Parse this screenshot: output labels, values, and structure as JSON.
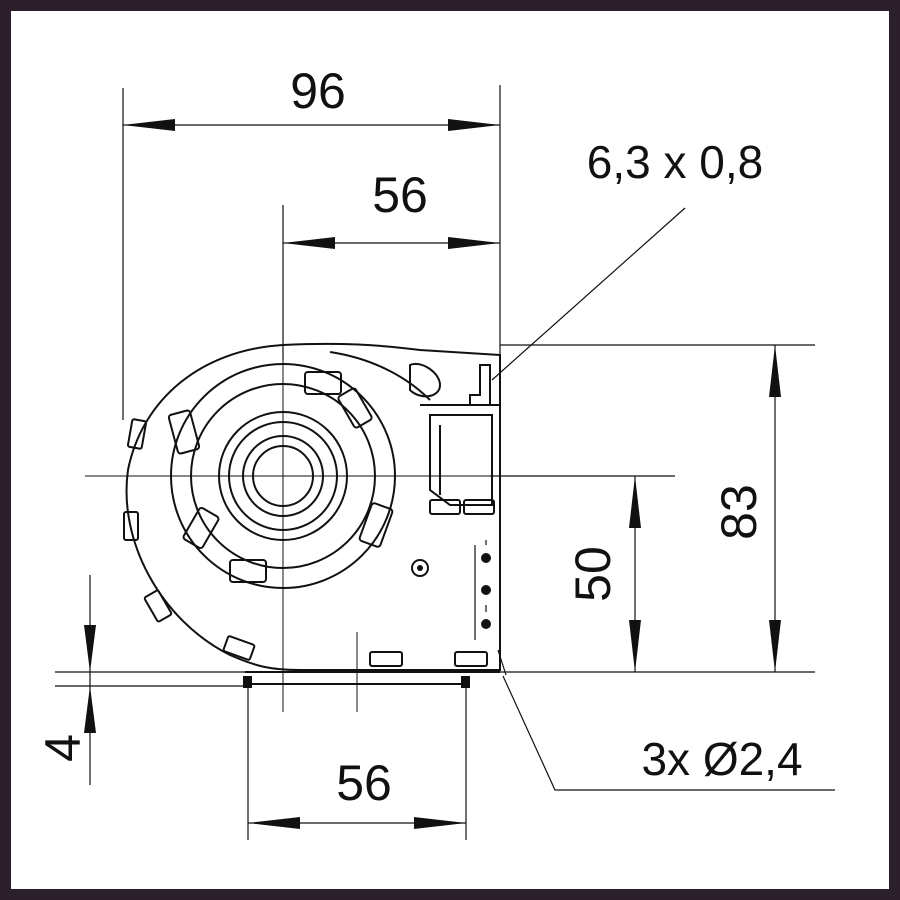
{
  "dimensions": {
    "overall_width": "96",
    "outlet_offset": "56",
    "height": "83",
    "axis_height": "50",
    "foot_spacing": "56",
    "foot_height": "4"
  },
  "callouts": {
    "terminal": "6,3 x 0,8",
    "holes": "3x Ø2,4"
  },
  "colors": {
    "frame": "#2a1f2a",
    "paper": "#ffffff",
    "ink": "#111111"
  }
}
